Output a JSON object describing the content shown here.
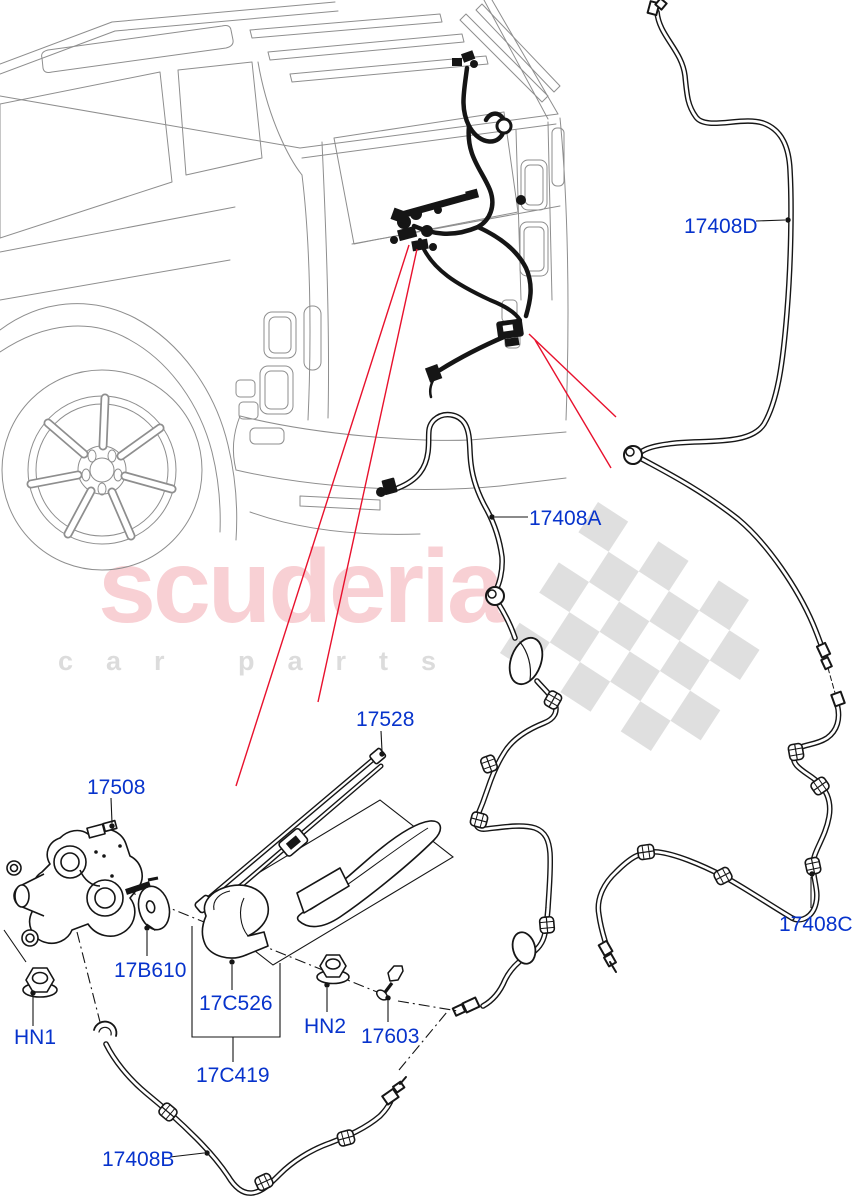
{
  "watermark": {
    "brand": "scuderia",
    "tagline": "car parts"
  },
  "colors": {
    "label_blue": "#0733cc",
    "callout_red": "#e8112d",
    "vehicle_gray": "#8e8e8e",
    "ink_black": "#151515",
    "watermark_pink": "#f8d0d4",
    "watermark_gray": "#dcdcdc",
    "flag_gray": "#d8d8d8"
  },
  "labels": [
    {
      "text": "17508"
    },
    {
      "text": "17528"
    },
    {
      "text": "17B610"
    },
    {
      "text": "HN1"
    },
    {
      "text": "17C526"
    },
    {
      "text": "17C419"
    },
    {
      "text": "HN2"
    },
    {
      "text": "17603"
    },
    {
      "text": "17408A"
    },
    {
      "text": "17408B"
    },
    {
      "text": "17408C"
    },
    {
      "text": "17408D"
    }
  ]
}
